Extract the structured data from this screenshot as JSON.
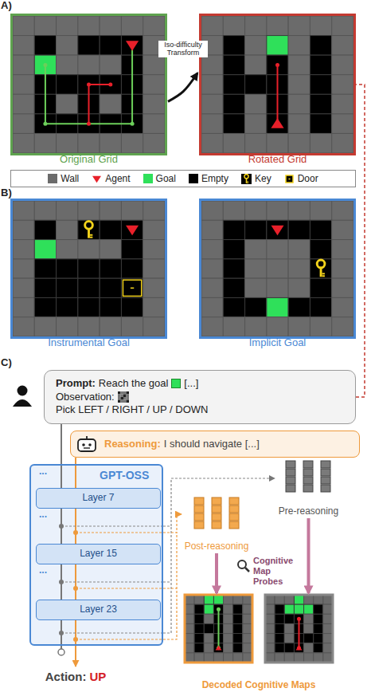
{
  "diagram": {
    "nodes": [
      {
        "text": [
          "Original Grid"
        ]
      },
      {
        "text": [
          "Rotated Grid"
        ]
      },
      {
        "text": [
          "Instrumental Goal"
        ]
      },
      {
        "text": [
          "Implicit Goal"
        ]
      },
      {
        "text": [
          "Prompt:",
          "Reach the goal",
          "[...]",
          "Observation:",
          "Pick LEFT / RIGHT / UP / DOWN"
        ]
      },
      {
        "text": [
          "Reasoning:",
          "I should navigate [...]"
        ]
      },
      {
        "text": [
          "GPT-OSS",
          "...",
          "...",
          "..."
        ]
      },
      {
        "text": [
          "Layer 7"
        ],
        "in": 6
      },
      {
        "text": [
          "Layer 15"
        ],
        "in": 6
      },
      {
        "text": [
          "Layer 23"
        ],
        "in": 6
      },
      {
        "text": [
          "Post-reasoning"
        ]
      },
      {
        "text": [
          "Pre-reasoning"
        ]
      },
      {
        "text": [
          "Decoded Cognitive Maps"
        ]
      },
      {
        "text": [
          "Action:",
          "UP"
        ]
      }
    ],
    "edges": [
      {
        "from": 0,
        "to": 1,
        "arrow": "to",
        "label": "Iso-difficulty Transform"
      },
      {
        "from": 4,
        "to": 1,
        "arrow": "none"
      },
      {
        "from": 6,
        "to": 11,
        "arrow": "to"
      },
      {
        "from": 6,
        "to": 10,
        "arrow": "to"
      },
      {
        "from": 10,
        "to": 12,
        "arrow": "to"
      },
      {
        "from": 11,
        "to": 12,
        "arrow": "to"
      },
      {
        "from": 6,
        "to": 13,
        "arrow": "to"
      }
    ],
    "labels": [
      "A)",
      "B)",
      "C)",
      "Cognitive Map Probes"
    ],
    "legend": [
      {
        "text": "Wall",
        "color": "#6b6b6b"
      },
      {
        "text": "Agent"
      },
      {
        "text": "Goal",
        "color": "#2fe05a"
      },
      {
        "text": "Empty",
        "color": "#000000"
      },
      {
        "text": "Key"
      },
      {
        "text": "Door"
      }
    ]
  }
}
